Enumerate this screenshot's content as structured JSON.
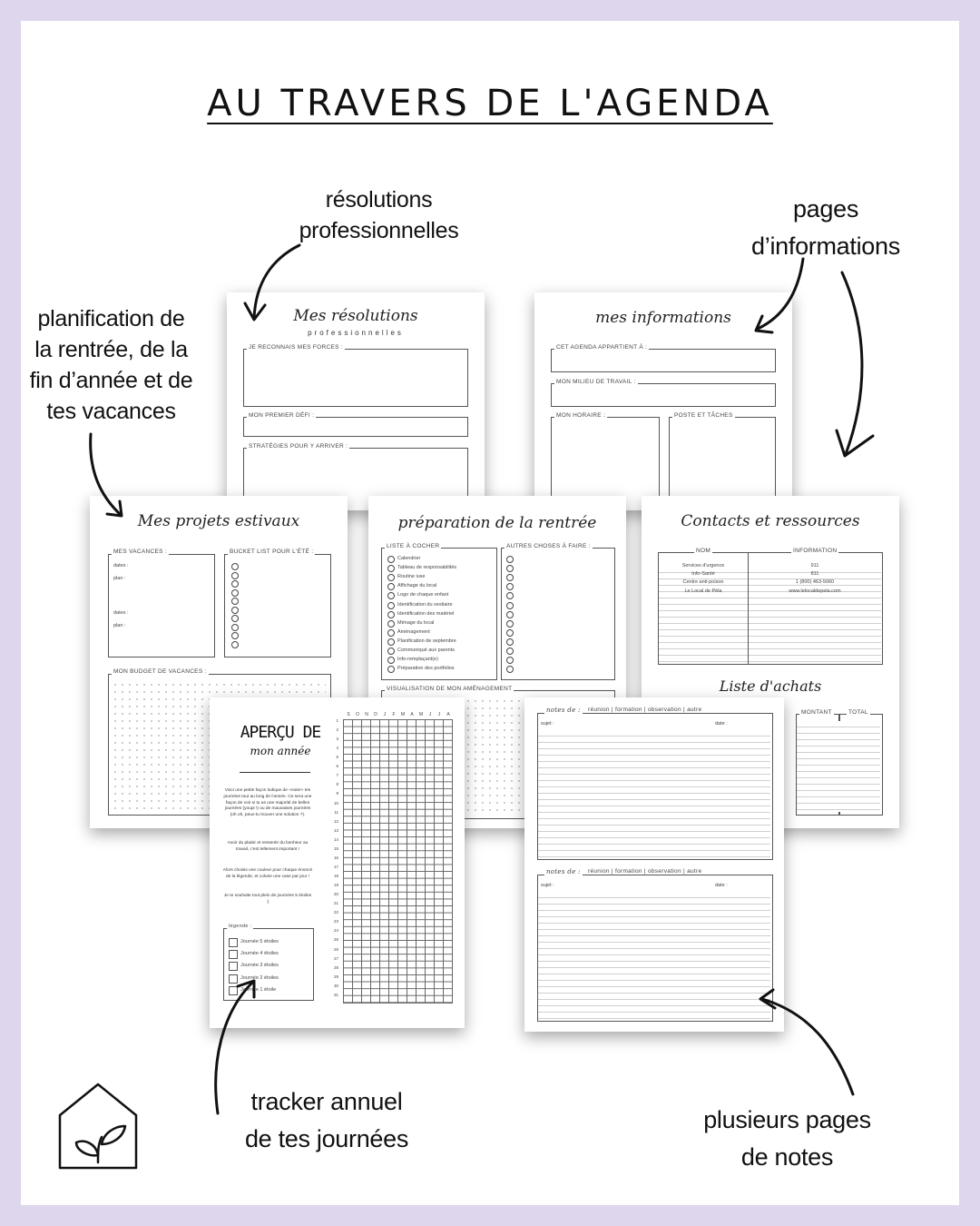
{
  "header": {
    "title": "AU TRAVERS DE L'AGENDA"
  },
  "callouts": {
    "resolutions": "résolutions\nprofessionnelles",
    "informations": "pages\nd’informations",
    "planification": "planification de\nla rentrée, de la\nfin d’année et de\ntes vacances",
    "tracker": "tracker annuel\nde tes journées",
    "notes": "plusieurs pages\nde notes"
  },
  "pages": {
    "resolutions": {
      "title": "Mes résolutions",
      "subtitle": "professionnelles",
      "labels": [
        "JE RECONNAIS MES FORCES :",
        "MON PREMIER DÉFI :",
        "STRATÉGIES POUR Y ARRIVER :"
      ]
    },
    "informations": {
      "title": "mes informations",
      "labels": [
        "CET AGENDA APPARTIENT À :",
        "MON MILIEU DE TRAVAIL :",
        "MON HORAIRE :",
        "POSTE ET TÂCHES"
      ]
    },
    "estivaux": {
      "title": "Mes projets estivaux",
      "labels": [
        "MES VACANCES :",
        "BUCKET LIST POUR L'ÉTÉ :",
        "MON BUDGET DE VACANCES :"
      ],
      "fields": [
        "dates :",
        "plan :",
        "dates :",
        "plan :"
      ]
    },
    "rentree": {
      "title": "préparation de la rentrée",
      "labels": [
        "LISTE À COCHER",
        "AUTRES CHOSES À FAIRE :",
        "VISUALISATION DE MON AMÉNAGEMENT"
      ],
      "checklist": [
        "Calendrier",
        "Tableau de responsabilités",
        "Routine iuse",
        "Affichage du local",
        "Logo de chaque enfant",
        "Identification du vestiaire",
        "Identification des matériel",
        "Ménage du local",
        "Aménagement",
        "Planification de septembre",
        "Communiqué aux parents",
        "Info-remplaçant(e)",
        "Préparation des portfolios"
      ]
    },
    "contacts": {
      "title": "Contacts et ressources",
      "headers": [
        "NOM",
        "INFORMATION"
      ],
      "rows": [
        [
          "Services d'urgence",
          "911"
        ],
        [
          "Info-Santé",
          "811"
        ],
        [
          "Centre anti-poison",
          "1 (800) 463-5060"
        ],
        [
          "Le Local de Péla",
          "www.lelocaldepela.com"
        ]
      ],
      "subtitle": "Liste d'achats",
      "purchase_headers": [
        "MONTANT",
        "TOTAL"
      ]
    },
    "tracker": {
      "title": "APERÇU DE",
      "subtitle": "mon année",
      "months": [
        "S",
        "O",
        "N",
        "D",
        "J",
        "F",
        "M",
        "A",
        "M",
        "J",
        "J",
        "A"
      ],
      "intro": "Voici une petite façon ludique de «noter» tes journées tout au long de l'année. Ce sera une façon de voir si tu as une majorité de belles journées (youpi !) ou de mauvaises journées (oh oh, peux-tu trouver une solution ?).",
      "intro2": "Avoir du plaisir et ressentir du bonheur au travail, c'est tellement important !",
      "intro3": "Alors choisis une couleur pour chaque énoncé de la légende, et colorie une case par jour !",
      "intro4": "Je te souhaite tout plein de journées 5 étoiles :)",
      "legend_title": "légende :",
      "legend": [
        "Journée 5 étoiles",
        "Journée 4 étoiles",
        "Journée 3 étoiles",
        "Journée 2 étoiles",
        "Journée 1 étoile"
      ]
    },
    "notes": {
      "header": "notes de :",
      "categories": "réunion  |  formation  |  observation  |  autre",
      "subject": "sujet :",
      "date": "date :"
    }
  }
}
